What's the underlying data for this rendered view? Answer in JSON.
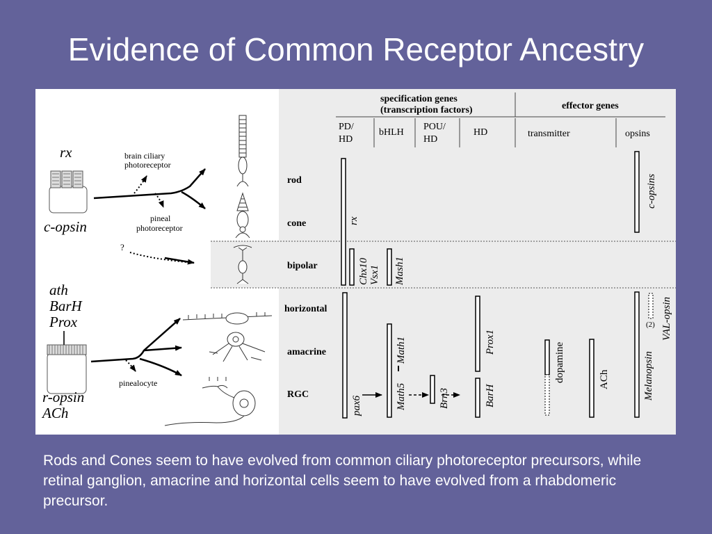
{
  "title": "Evidence of Common Receptor Ancestry",
  "caption": "Rods and Cones seem to have evolved from common ciliary photoreceptor precursors, while retinal ganglion, amacrine and horizontal cells seem to have evolved from a rhabdomeric precursor.",
  "left": {
    "rx": "rx",
    "c_opsin": "c-opsin",
    "brain_ciliary_1": "brain ciliary",
    "brain_ciliary_2": "photoreceptor",
    "pineal_1": "pineal",
    "pineal_2": "photoreceptor",
    "question": "?",
    "ath": "ath",
    "barh": "BarH",
    "prox": "Prox",
    "r_opsin": "r-opsin",
    "ach": "ACh",
    "pinealocyte": "pinealocyte"
  },
  "table": {
    "spec_1": "specification genes",
    "spec_2": "(transcription factors)",
    "effector": "effector genes",
    "col_pdhd_1": "PD/",
    "col_pdhd_2": "HD",
    "col_bhlh": "bHLH",
    "col_pou_1": "POU/",
    "col_pou_2": "HD",
    "col_hd": "HD",
    "col_transmitter": "transmitter",
    "col_opsins": "opsins",
    "row_rod": "rod",
    "row_cone": "cone",
    "row_bipolar": "bipolar",
    "row_horizontal": "horizontal",
    "row_amacrine": "amacrine",
    "row_rgc": "RGC"
  },
  "genes": {
    "rx": "rx",
    "chx10": "Chx10",
    "vsx1": "Vsx1",
    "mash1": "Mash1",
    "c_opsins": "c-opsins",
    "math1": "Math1",
    "prox1": "Prox1",
    "dopamine": "dopamine",
    "ach": "ACh",
    "melanopsin": "Melanopsin",
    "two": "(2)",
    "val_opsin": "VAL-opsin",
    "pax6": "pax6",
    "math5": "Math5",
    "brn3": "Brn3",
    "barh": "BarH"
  }
}
